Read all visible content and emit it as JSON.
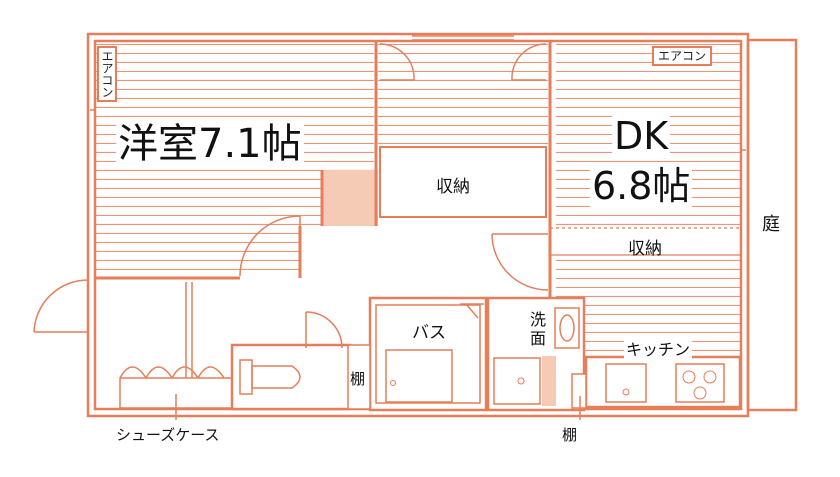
{
  "colors": {
    "wall": "#e67e5a",
    "wall_fill": "#f6cbb5",
    "hatch": "#e8957a",
    "text": "#111111",
    "background": "#ffffff"
  },
  "rooms": {
    "western_room": {
      "label": "洋室7.1帖"
    },
    "dk": {
      "label_line1": "DK",
      "label_line2": "6.8帖"
    },
    "closet_center": {
      "label": "収納"
    },
    "closet_dk": {
      "label": "収納"
    },
    "bath": {
      "label": "バス"
    },
    "washroom": {
      "label": "洗\n面"
    },
    "kitchen": {
      "label": "キッチン"
    },
    "garden": {
      "label": "庭"
    },
    "shelf_toilet": {
      "label": "棚"
    },
    "shelf_kitchen": {
      "label": "棚"
    },
    "shoe_case": {
      "label": "シューズケース"
    }
  },
  "equipment": {
    "aircon_left": {
      "label": "エアコン"
    },
    "aircon_right": {
      "label": "エアコン"
    }
  }
}
